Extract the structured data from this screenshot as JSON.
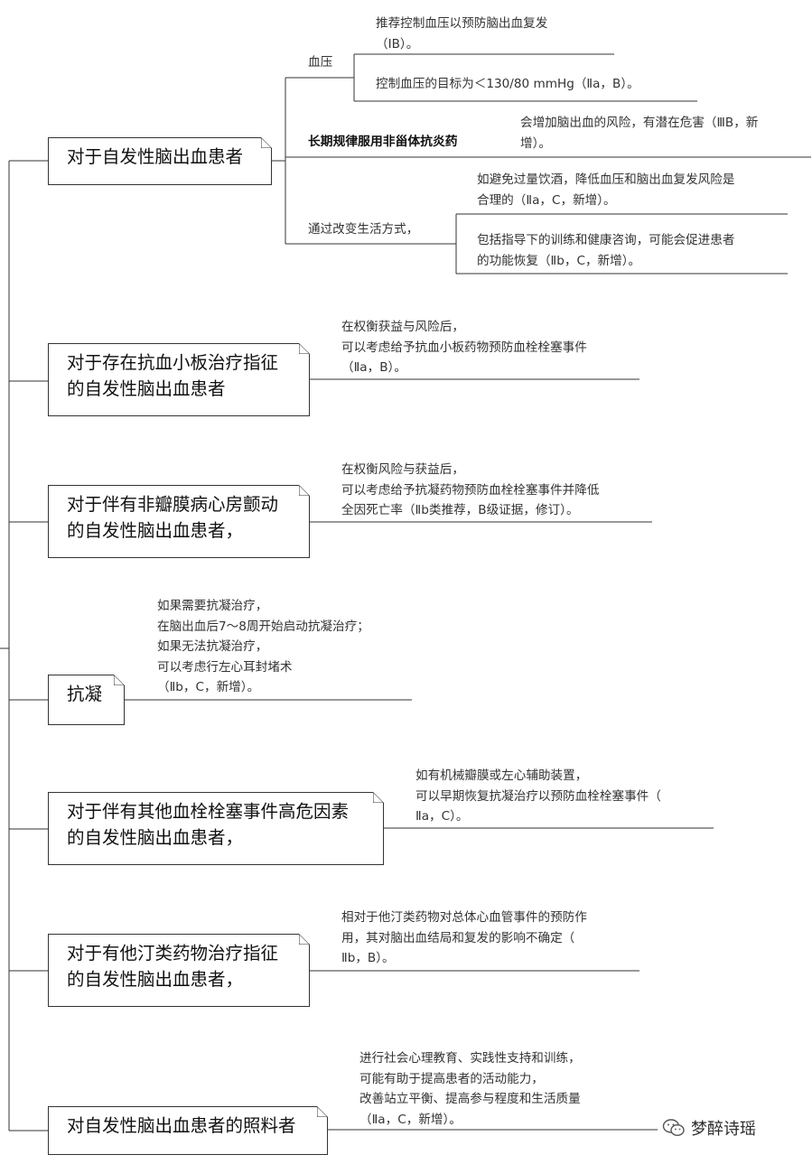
{
  "nodes": {
    "n1": "对于自发性脑出血患者",
    "n2": "对于存在抗血小板治疗指征\n的自发性脑出血患者",
    "n3": "对于伴有非瓣膜病心房颤动\n的自发性脑出血患者，",
    "n4": "抗凝",
    "n5": "对于伴有其他血栓栓塞事件高危因素\n的自发性脑出血患者，",
    "n6": "对于有他汀类药物治疗指征\n的自发性脑出血患者，",
    "n7": "对自发性脑出血患者的照料者"
  },
  "branch1": {
    "bp_label": "血压",
    "bp_rec1": "推荐控制血压以预防脑出血复发\n（ⅠB）。",
    "bp_rec2": "控制血压的目标为＜130/80 mmHg（Ⅱa，B）。",
    "nsaid_label": "长期规律服用非甾体抗炎药",
    "nsaid_rec": "会增加脑出血的风险，有潜在危害（ⅢB，新\n增）。",
    "life_label": "通过改变生活方式，",
    "life_rec1": "如避免过量饮酒，降低血压和脑出血复发风险是\n合理的（Ⅱa，C，新增）。",
    "life_rec2": "包括指导下的训练和健康咨询，可能会促进患者\n的功能恢复（Ⅱb，C，新增）。"
  },
  "texts": {
    "t2": "在权衡获益与风险后，\n可以考虑给予抗血小板药物预防血栓栓塞事件\n（Ⅱa，B）。",
    "t3": "在权衡风险与获益后，\n可以考虑给予抗凝药物预防血栓栓塞事件并降低\n全因死亡率（Ⅱb类推荐，B级证据，修订）。",
    "t4": "如果需要抗凝治疗，\n在脑出血后7～8周开始启动抗凝治疗；\n如果无法抗凝治疗，\n可以考虑行左心耳封堵术\n（Ⅱb，C，新增）。",
    "t5": "如有机械瓣膜或左心辅助装置，\n可以早期恢复抗凝治疗以预防血栓栓塞事件（\nⅡa，C）。",
    "t6": "相对于他汀类药物对总体心血管事件的预防作\n用，其对脑出血结局和复发的影响不确定（\nⅡb，B）。",
    "t7": "进行社会心理教育、实践性支持和训练，\n可能有助于提高患者的活动能力，\n改善站立平衡、提高参与程度和生活质量\n（Ⅱa，C，新增）。"
  },
  "watermark": "梦醉诗瑶"
}
